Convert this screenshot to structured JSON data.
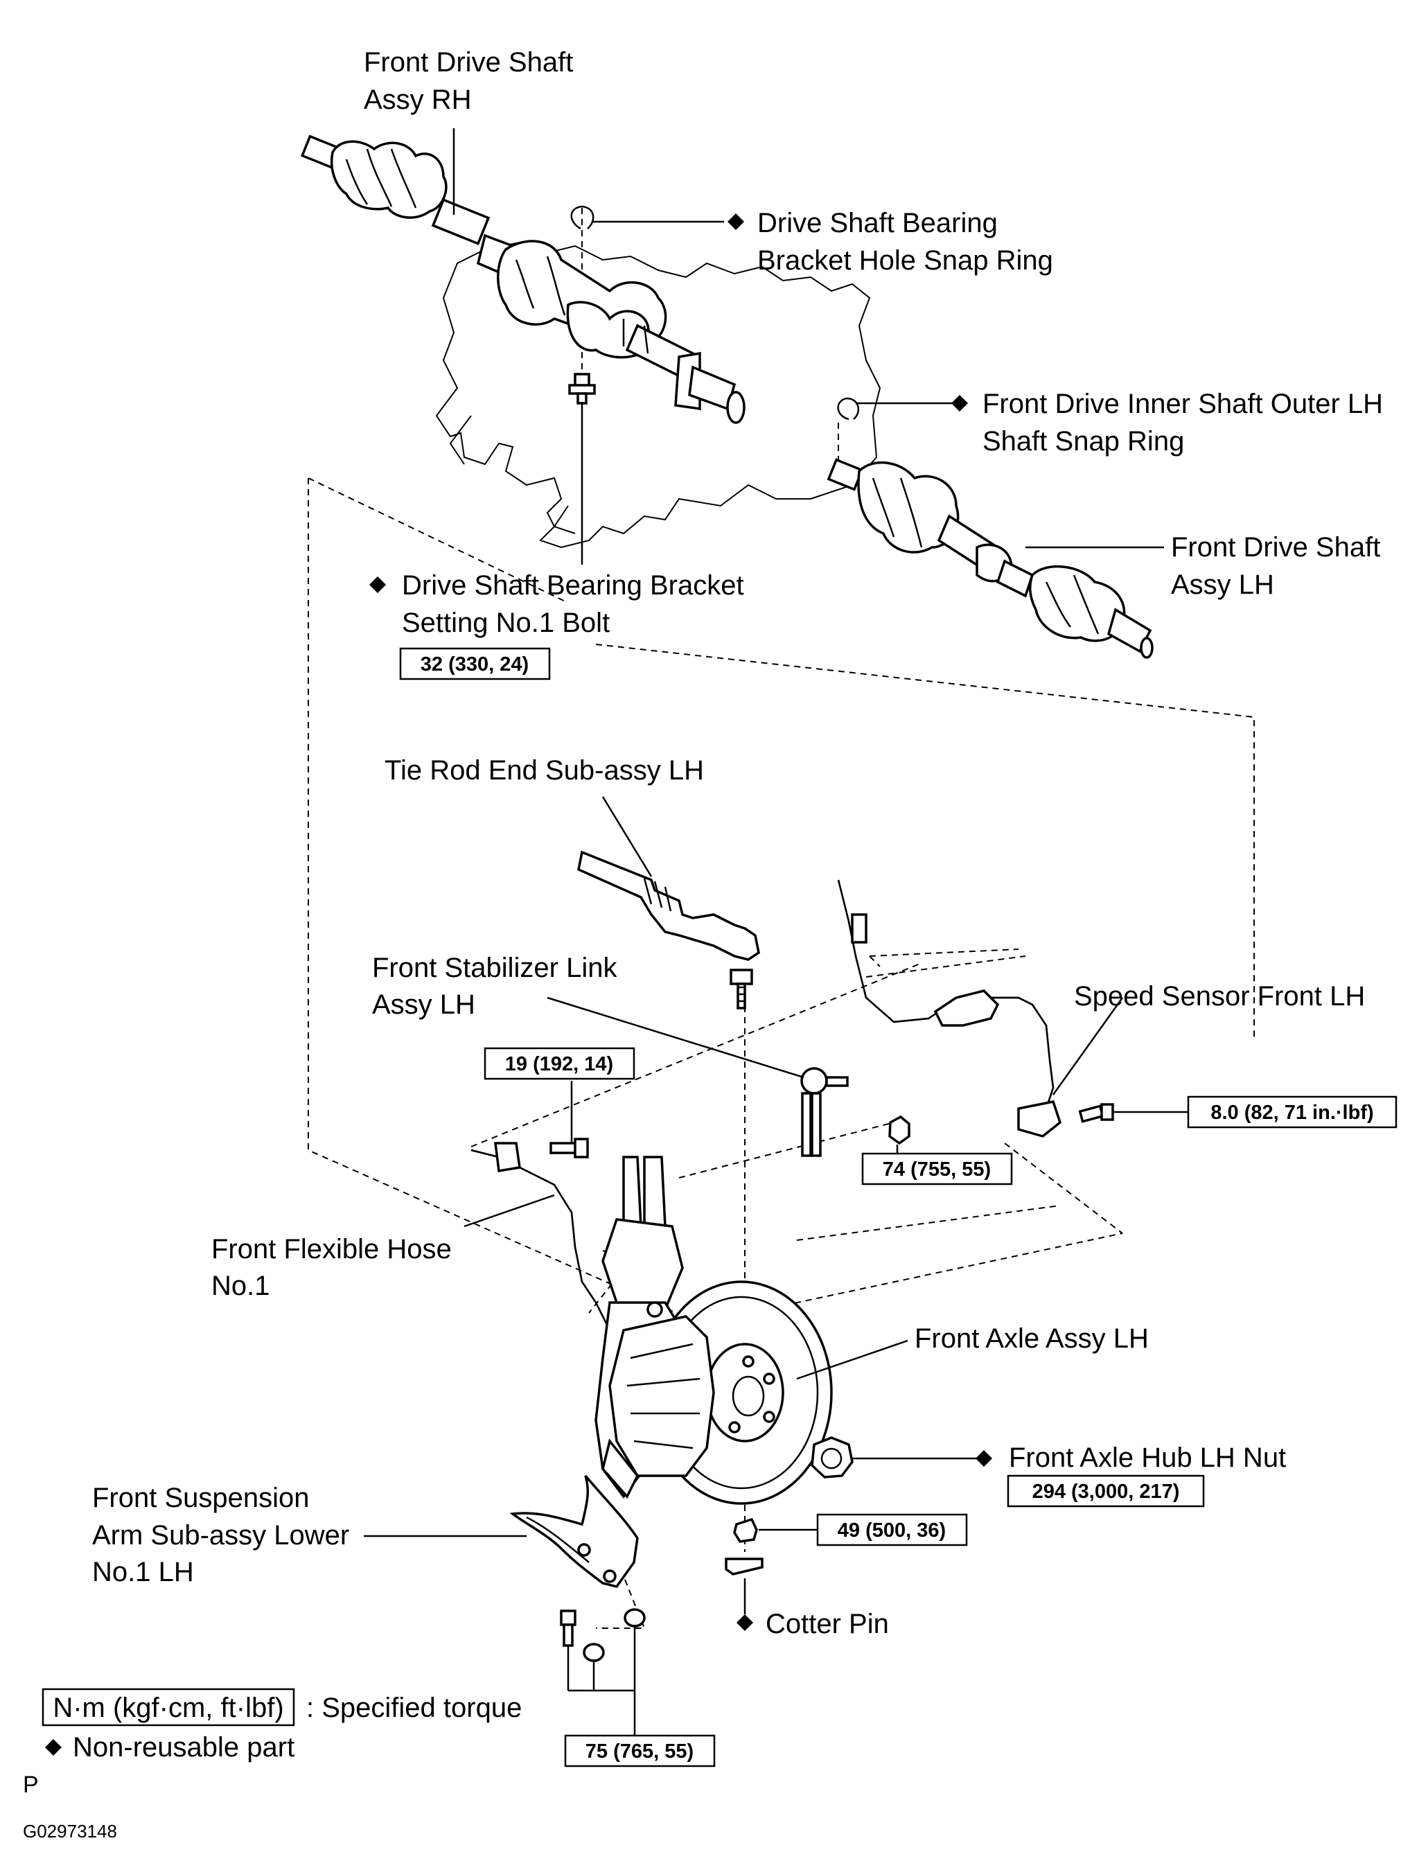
{
  "labels": {
    "drive_shaft_rh": [
      "Front Drive Shaft",
      "Assy RH"
    ],
    "bearing_snap_ring": [
      "Drive Shaft Bearing",
      "Bracket Hole Snap Ring"
    ],
    "inner_shaft_snap_ring": [
      "Front Drive Inner Shaft Outer LH",
      "Shaft Snap Ring"
    ],
    "drive_shaft_lh": [
      "Front Drive Shaft",
      "Assy LH"
    ],
    "bracket_bolt": [
      "Drive Shaft Bearing Bracket",
      "Setting No.1 Bolt"
    ],
    "tie_rod_end": [
      "Tie Rod End Sub-assy LH"
    ],
    "stabilizer_link": [
      "Front Stabilizer Link",
      "Assy LH"
    ],
    "speed_sensor": [
      "Speed Sensor Front LH"
    ],
    "flexible_hose": [
      "Front Flexible Hose",
      "No.1"
    ],
    "front_axle": [
      "Front Axle Assy LH"
    ],
    "hub_nut": [
      "Front Axle Hub LH Nut"
    ],
    "suspension_arm": [
      "Front Suspension",
      "Arm Sub-assy Lower",
      "No.1 LH"
    ],
    "cotter_pin": [
      "Cotter Pin"
    ]
  },
  "torques": {
    "bracket_bolt": "32 (330, 24)",
    "hose_bolt": "19 (192, 14)",
    "stabilizer_nut": "74 (755, 55)",
    "speed_sensor_bolt": "8.0 (82, 71 in.·lbf)",
    "hub_nut": "294 (3,000, 217)",
    "tie_rod_nut": "49 (500, 36)",
    "arm_fasteners": "75 (765, 55)"
  },
  "legend": {
    "torque_unit": "N·m (kgf·cm, ft·lbf)",
    "torque_desc": ": Specified torque",
    "nonreusable_desc": "Non-reusable part"
  },
  "footer": {
    "p_mark": "P",
    "figure_id": "G02973148"
  },
  "marker_symbol": "◆"
}
